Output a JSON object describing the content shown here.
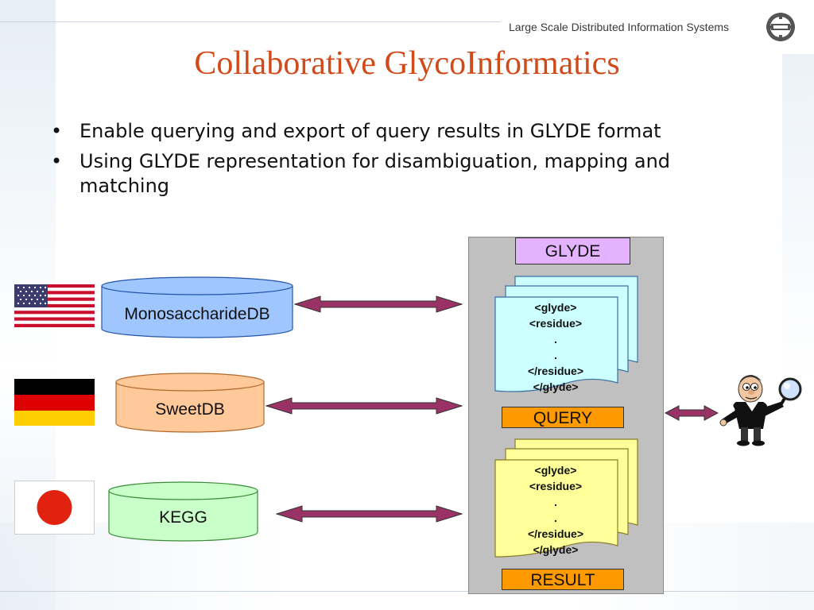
{
  "header": {
    "org_name": "Large Scale Distributed Information Systems",
    "logo_icon": "lsdis-gear-logo-icon"
  },
  "slide": {
    "title": "Collaborative GlycoInformatics",
    "bullet_symbol": "•",
    "bullets": [
      "Enable querying and export of query results in GLYDE format",
      "Using GLYDE representation for disambiguation, mapping and matching"
    ]
  },
  "databases": [
    {
      "name": "MonosaccharideDB",
      "flag": "usa-flag-icon",
      "fill": "#9fc6ff"
    },
    {
      "name": "SweetDB",
      "flag": "germany-flag-icon",
      "fill": "#ffc99a"
    },
    {
      "name": "KEGG",
      "flag": "japan-flag-icon",
      "fill": "#c9ffc9"
    }
  ],
  "panel": {
    "format_label": "GLYDE",
    "query_label": "QUERY",
    "result_label": "RESULT",
    "query_doc": {
      "line1": "<glyde>",
      "line2": "<residue>",
      "line3": ".",
      "line4": ".",
      "line5": "</residue>",
      "line6": "</glyde>"
    },
    "result_doc": {
      "line1": "<glyde>",
      "line2": "<residue>",
      "line3": ".",
      "line4": ".",
      "line5": "</residue>",
      "line6": "</glyde>"
    }
  },
  "user": {
    "icon": "detective-with-magnifier-icon"
  },
  "colors": {
    "title": "#d04a1a",
    "glyde_box": "#e3b3ff",
    "query_result_box": "#ff9900",
    "query_doc": "#ccffff",
    "result_doc": "#ffff99",
    "arrow": "#993366",
    "panel": "#c0c0c0"
  }
}
